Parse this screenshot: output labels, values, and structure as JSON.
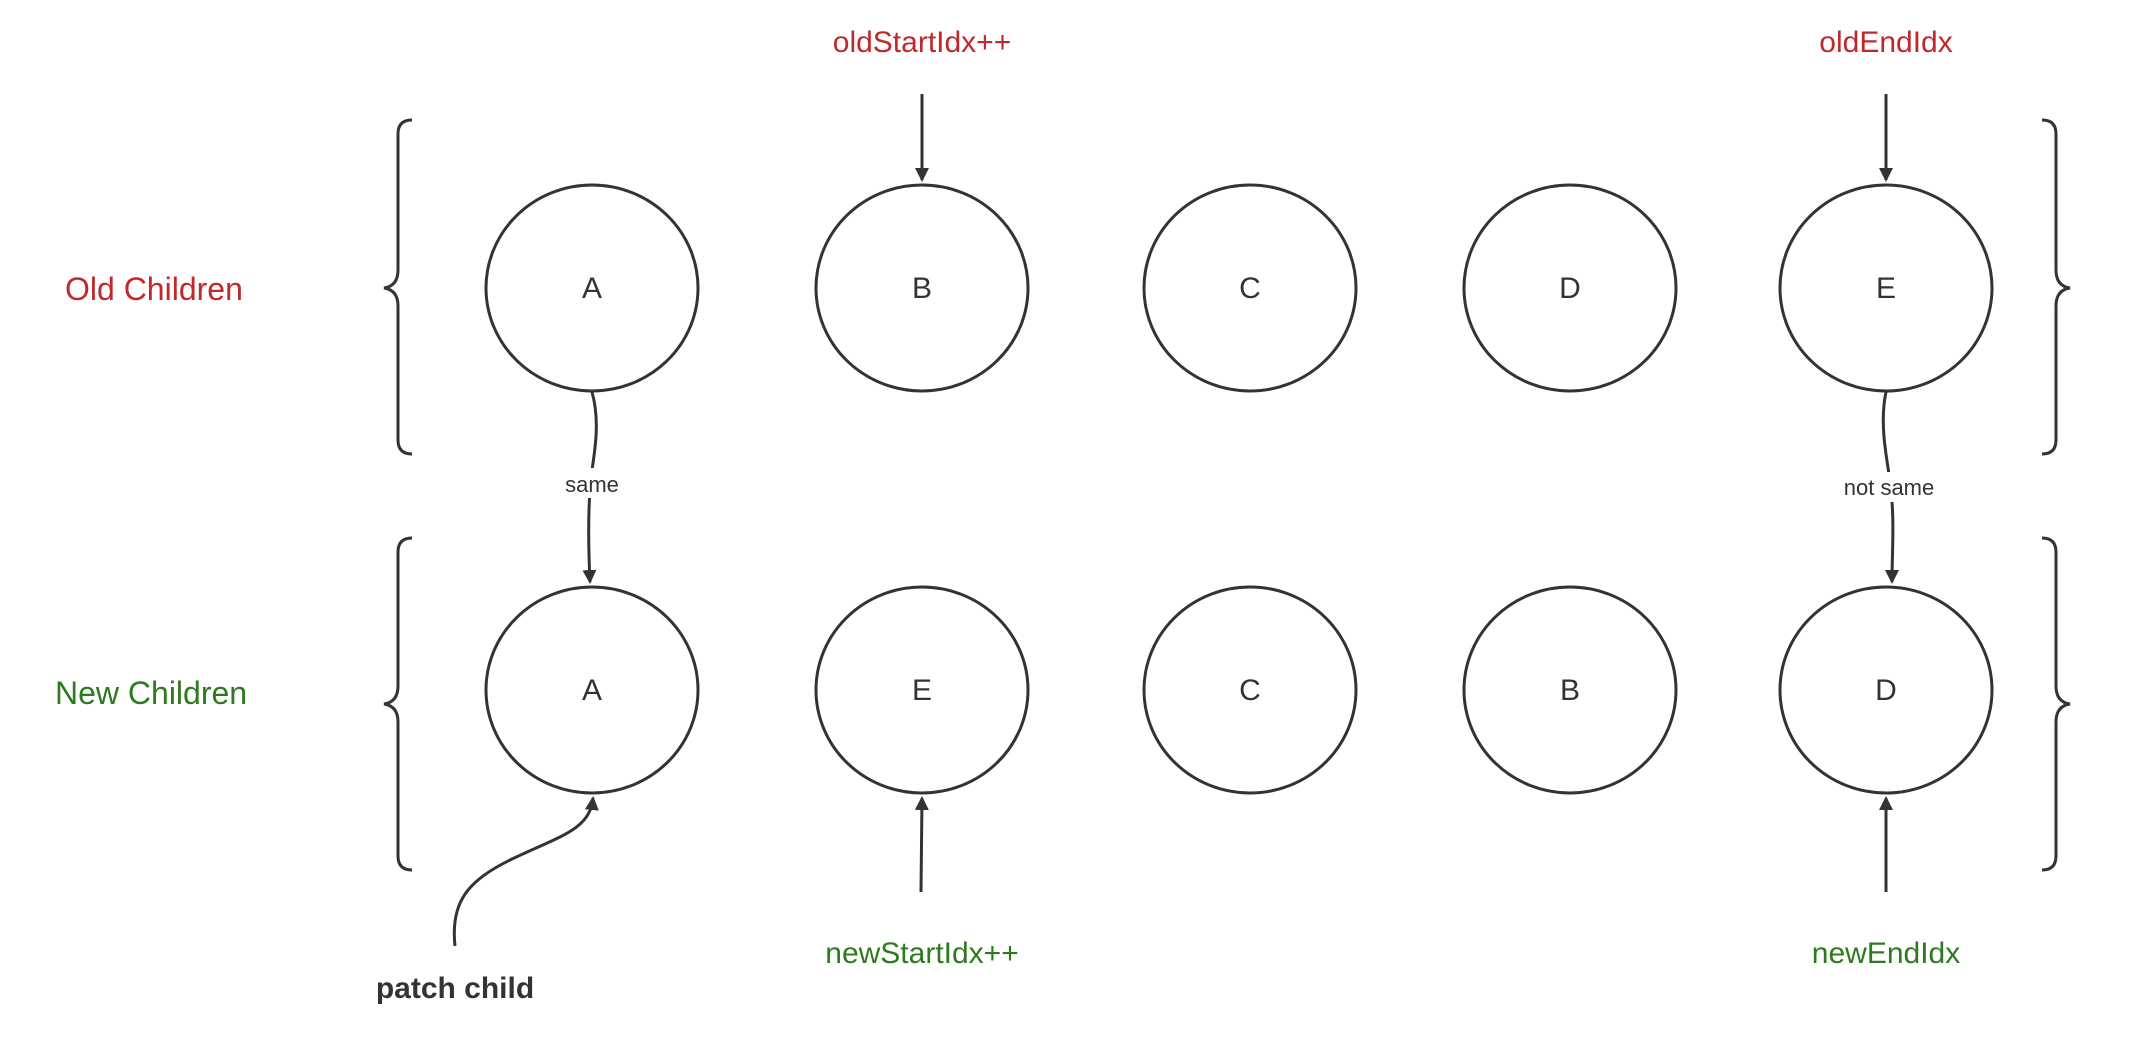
{
  "colors": {
    "old": "#C0282C",
    "new": "#2E7A1F",
    "stroke": "#333333",
    "text": "#333333"
  },
  "rows": {
    "old": {
      "label": "Old Children",
      "nodes": [
        "A",
        "B",
        "C",
        "D",
        "E"
      ]
    },
    "new": {
      "label": "New Children",
      "nodes": [
        "A",
        "E",
        "C",
        "B",
        "D"
      ]
    }
  },
  "pointers": {
    "old_start": "oldStartIdx++",
    "old_end": "oldEndIdx",
    "new_start": "newStartIdx++",
    "new_end": "newEndIdx"
  },
  "edges": {
    "same": "same",
    "not_same": "not same"
  },
  "note": "patch child",
  "icons": {
    "arrow": "arrow-head",
    "brace": "curly-brace"
  }
}
